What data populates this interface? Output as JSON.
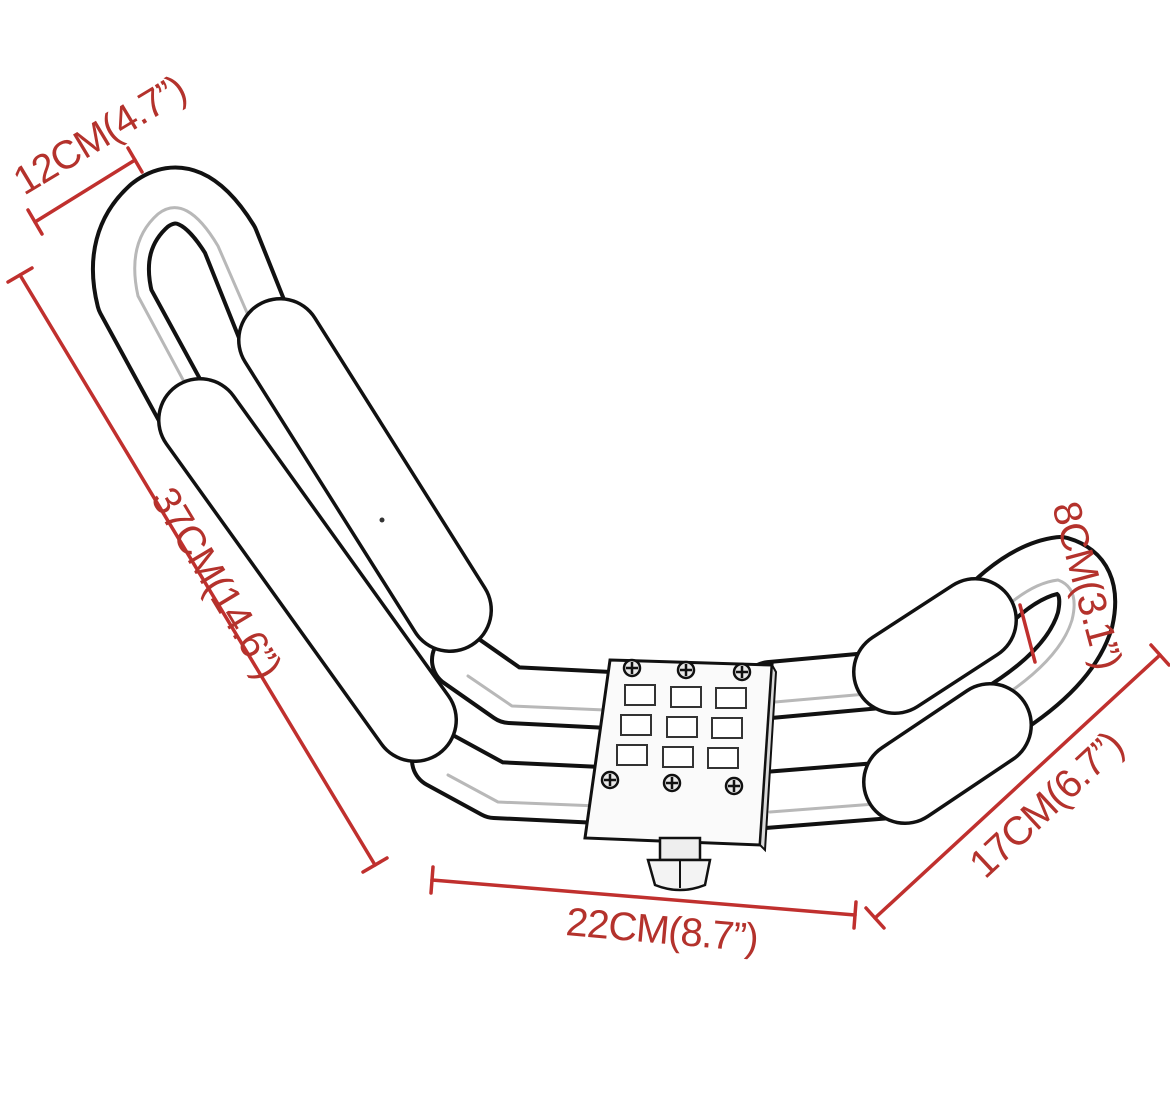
{
  "diagram": {
    "subject": "kayak J-bar carrier",
    "line_color": "#c0302e",
    "dimensions": {
      "width_top": "12CM(4.7”)",
      "height": "37CM(14.6”)",
      "base_length": "22CM(8.7”)",
      "arm_length": "17CM(6.7”)",
      "arm_width": "8CM(3.1”)"
    }
  }
}
